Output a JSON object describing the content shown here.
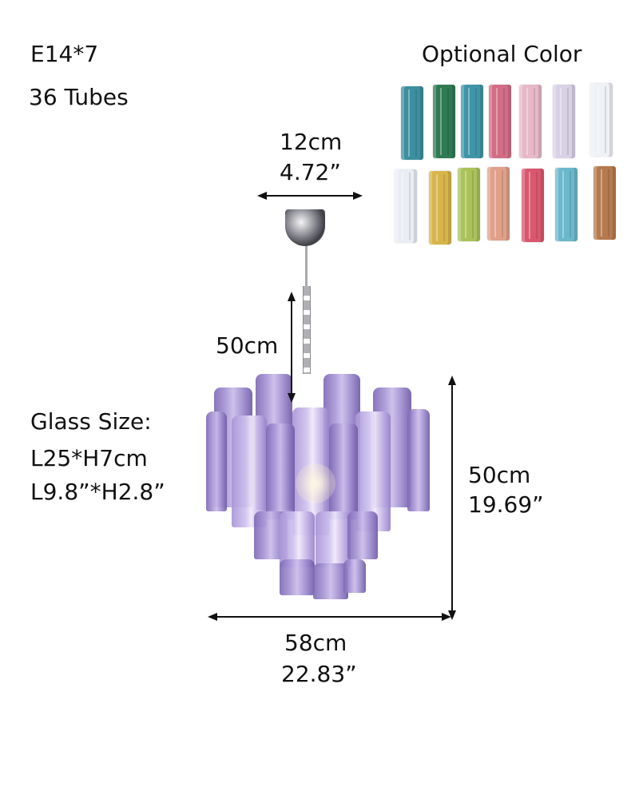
{
  "specs": {
    "bulb": "E14*7",
    "tubes": "36 Tubes",
    "glass_size_label": "Glass Size:",
    "glass_size_cm": "L25*H7cm",
    "glass_size_in": "L9.8”*H2.8”"
  },
  "optional_color": {
    "title": "Optional Color",
    "swatches": [
      {
        "row": 1,
        "color": "#3d8fa0",
        "name": "teal"
      },
      {
        "row": 1,
        "color": "#2e7a52",
        "name": "green"
      },
      {
        "row": 1,
        "color": "#3f95a8",
        "name": "aqua"
      },
      {
        "row": 1,
        "color": "#d26d85",
        "name": "rose"
      },
      {
        "row": 1,
        "color": "#e7b8c8",
        "name": "light-pink"
      },
      {
        "row": 1,
        "color": "#d8d1e6",
        "name": "lavender"
      },
      {
        "row": 1,
        "color": "#eef1f5",
        "name": "clear"
      },
      {
        "row": 2,
        "color": "#eaeef4",
        "name": "white"
      },
      {
        "row": 2,
        "color": "#d8b54a",
        "name": "amber"
      },
      {
        "row": 2,
        "color": "#a9c25a",
        "name": "lime"
      },
      {
        "row": 2,
        "color": "#e0a08a",
        "name": "peach"
      },
      {
        "row": 2,
        "color": "#d9576f",
        "name": "red-pink"
      },
      {
        "row": 2,
        "color": "#6bb8cc",
        "name": "sky-blue"
      },
      {
        "row": 2,
        "color": "#b57a4e",
        "name": "brown"
      }
    ]
  },
  "dimensions": {
    "canopy_cm": "12cm",
    "canopy_in": "4.72”",
    "chain_cm": "50cm",
    "height_cm": "50cm",
    "height_in": "19.69”",
    "width_cm": "58cm",
    "width_in": "22.83”"
  },
  "product": {
    "glass_color": "#a08ed3",
    "description": "purple glass tube chandelier"
  }
}
